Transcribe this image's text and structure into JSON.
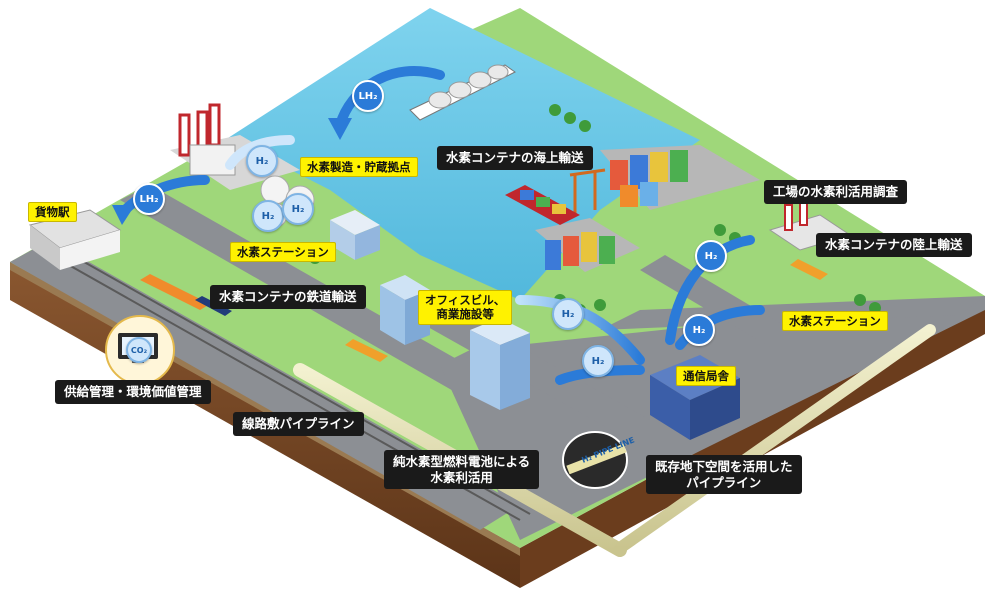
{
  "labels": {
    "production_base": "水素製造・貯蔵拠点",
    "freight_station": "貨物駅",
    "sea_transport": "水素コンテナの海上輸送",
    "factory_survey": "工場の水素利活用調査",
    "land_transport": "水素コンテナの陸上輸送",
    "h2_station_left": "水素ステーション",
    "h2_station_right": "水素ステーション",
    "rail_transport": "水素コンテナの鉄道輸送",
    "office_line1": "オフィスビル、",
    "office_line2": "商業施設等",
    "telecom": "通信局舎",
    "supply_mgmt": "供給管理・環境価値管理",
    "trackside_pipeline": "線路敷パイプライン",
    "fuel_cell_line1": "純水素型燃料電池による",
    "fuel_cell_line2": "水素利活用",
    "underground_line1": "既存地下空間を活用した",
    "underground_line2": "パイプライン"
  },
  "chemicals": {
    "lh2": "LH₂",
    "h2": "H₂",
    "co2": "CO₂"
  },
  "pipe_text": "H₂ PIPE LINE",
  "colors": {
    "sea": "#6cc9e6",
    "ground": "#8fcf6a",
    "road": "#8c8f94",
    "soil": "#7a4a26",
    "arrow": "#2b7bd8",
    "label_dark": "#1a1a1a",
    "label_yellow": "#fff200"
  }
}
